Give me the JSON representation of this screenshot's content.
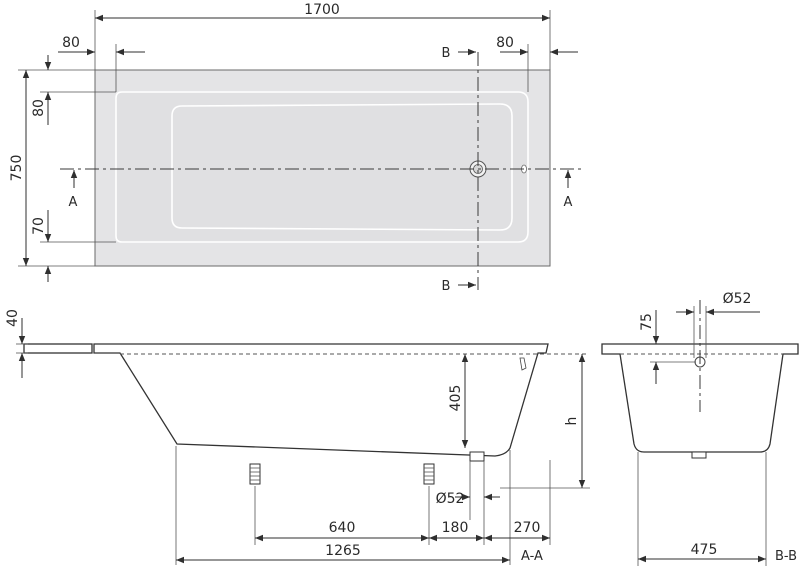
{
  "dimensions": {
    "length": "1700",
    "rim_left": "80",
    "rim_right": "80",
    "rim_top": "80",
    "width": "750",
    "rim_bottom": "70",
    "rim_thickness": "40",
    "depth": "405",
    "height": "h",
    "drain_diameter_side": "Ø52",
    "overflow_offset": "75",
    "overflow_diameter": "Ø52",
    "foot_spacing": "640",
    "drain_offset": "180",
    "end_offset": "270",
    "foot_total": "1265",
    "bottom_width": "475"
  },
  "section_labels": {
    "a_left": "A",
    "a_right": "A",
    "b_top": "B",
    "b_bottom": "B",
    "section_aa": "A-A",
    "section_bb": "B-B"
  },
  "colors": {
    "tub_fill": "#e4e4e6",
    "line": "#2f2f2f"
  }
}
